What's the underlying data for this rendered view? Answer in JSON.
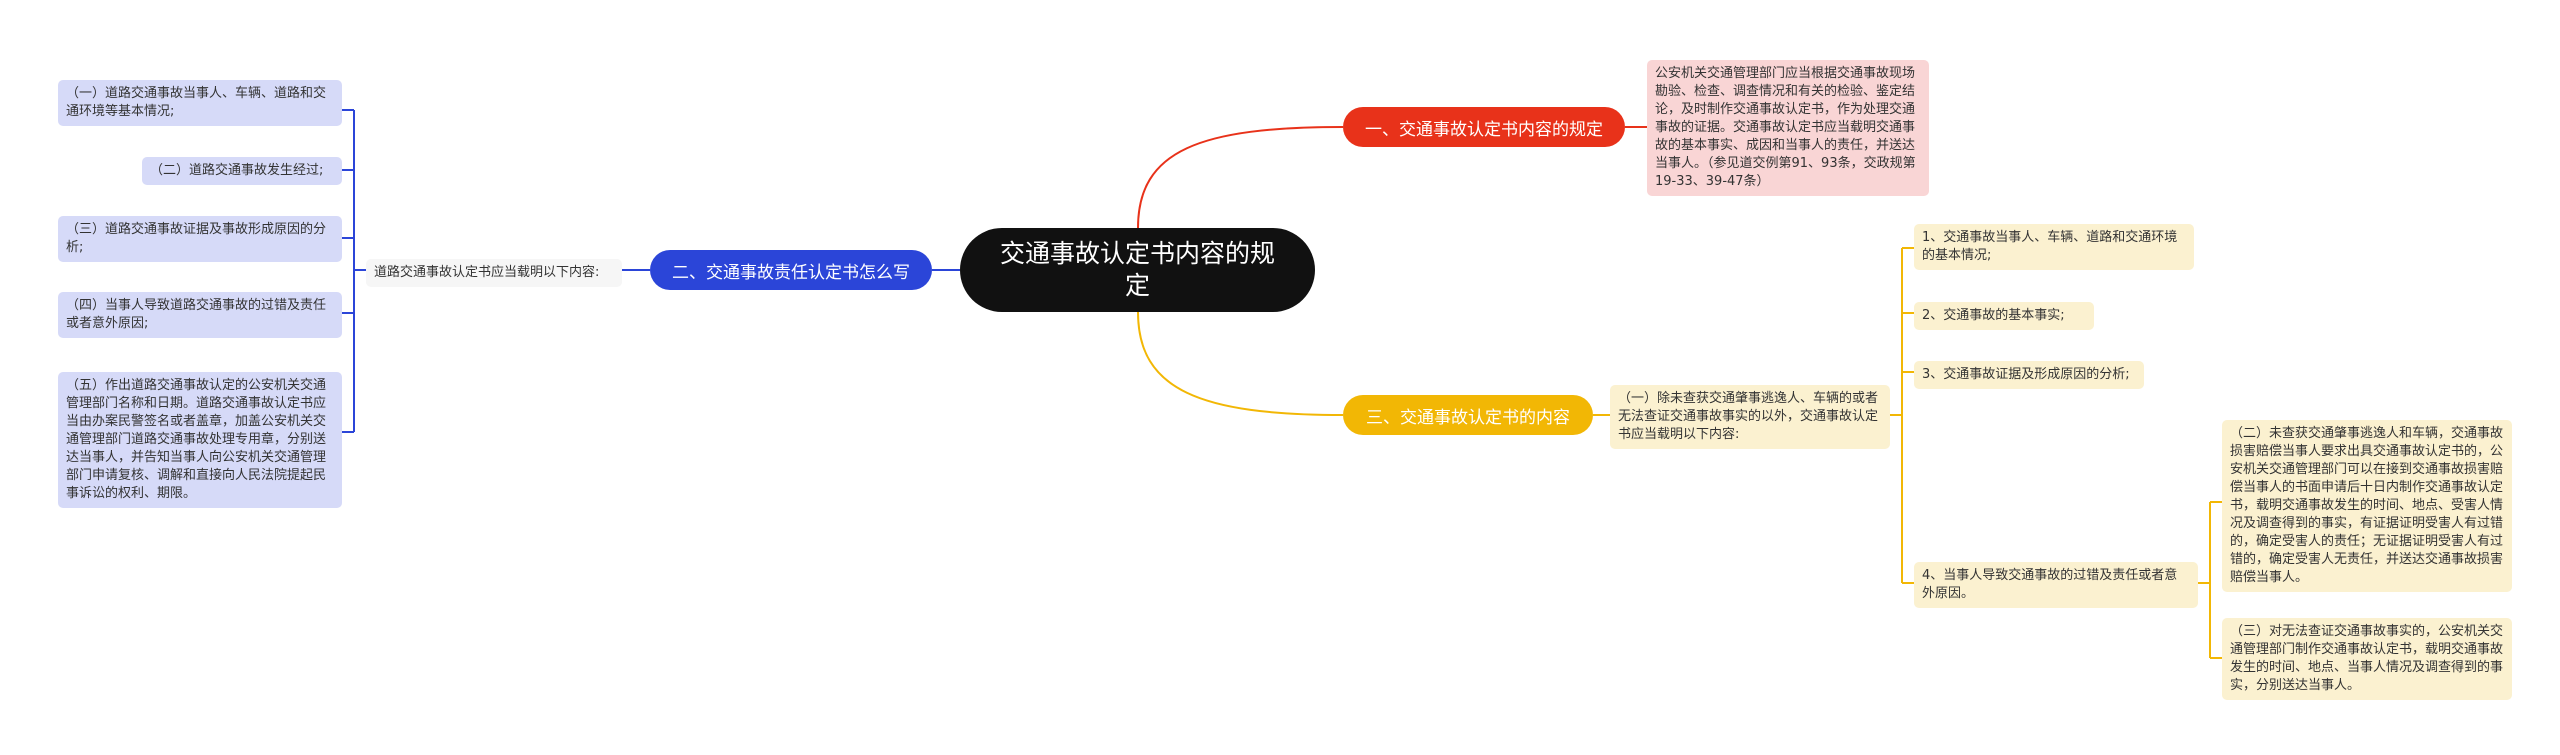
{
  "colors": {
    "root": "#111111",
    "red": "#e8321a",
    "blue": "#2b45d8",
    "yellow": "#f2b705"
  },
  "root": "交通事故认定书内容的规定",
  "branch1": {
    "label": "一、交通事故认定书内容的规定",
    "leaf": "公安机关交通管理部门应当根据交通事故现场勘验、检查、调查情况和有关的检验、鉴定结论，及时制作交通事故认定书，作为处理交通事故的证据。交通事故认定书应当载明交通事故的基本事实、成因和当事人的责任，并送达当事人。（参见道交例第91、93条，交政规第19-33、39-47条）"
  },
  "branch2": {
    "label": "二、交通事故责任认定书怎么写",
    "sub": "道路交通事故认定书应当载明以下内容:",
    "items": [
      "（一）道路交通事故当事人、车辆、道路和交通环境等基本情况;",
      "（二）道路交通事故发生经过;",
      "（三）道路交通事故证据及事故形成原因的分析;",
      "（四）当事人导致道路交通事故的过错及责任或者意外原因;",
      "（五）作出道路交通事故认定的公安机关交通管理部门名称和日期。道路交通事故认定书应当由办案民警签名或者盖章，加盖公安机关交通管理部门道路交通事故处理专用章，分别送达当事人，并告知当事人向公安机关交通管理部门申请复核、调解和直接向人民法院提起民事诉讼的权利、期限。"
    ]
  },
  "branch3": {
    "label": "三、交通事故认定书的内容",
    "sub": "（一）除未查获交通肇事逃逸人、车辆的或者无法查证交通事故事实的以外，交通事故认定书应当载明以下内容:",
    "items": [
      "1、交通事故当事人、车辆、道路和交通环境的基本情况;",
      "2、交通事故的基本事实;",
      "3、交通事故证据及形成原因的分析;",
      "4、当事人导致交通事故的过错及责任或者意外原因。"
    ],
    "extra": [
      "（二）未查获交通肇事逃逸人和车辆，交通事故损害赔偿当事人要求出具交通事故认定书的，公安机关交通管理部门可以在接到交通事故损害赔偿当事人的书面申请后十日内制作交通事故认定书，载明交通事故发生的时间、地点、受害人情况及调查得到的事实，有证据证明受害人有过错的，确定受害人的责任；无证据证明受害人有过错的，确定受害人无责任，并送达交通事故损害赔偿当事人。",
      "（三）对无法查证交通事故事实的，公安机关交通管理部门制作交通事故认定书，载明交通事故发生的时间、地点、当事人情况及调查得到的事实，分别送达当事人。"
    ]
  }
}
